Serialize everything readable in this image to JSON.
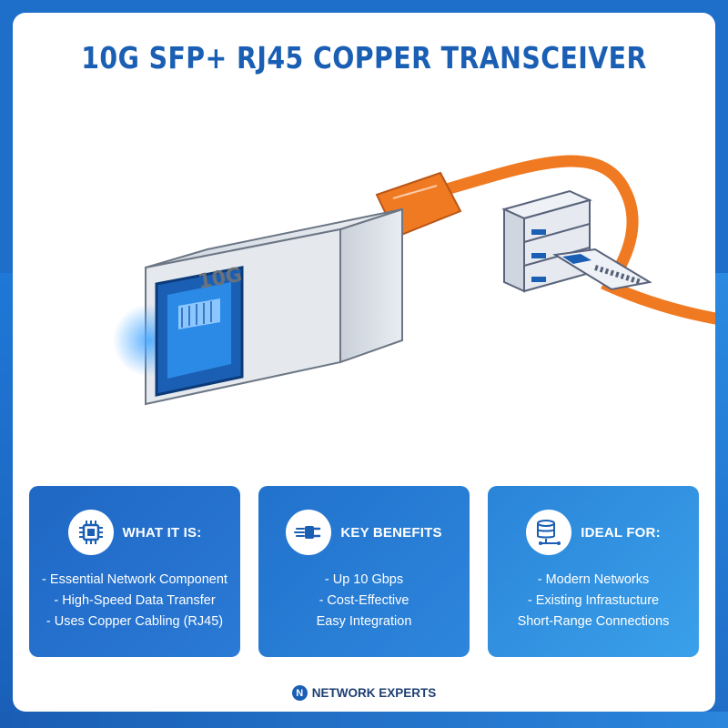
{
  "title": "10G SFP+ RJ45 COPPER TRANSCEIVER",
  "module_label": "10G",
  "cards": [
    {
      "icon": "chip-icon",
      "title": "WHAT IT IS:",
      "lines": [
        "- Essential Network Component",
        "- High-Speed Data Transfer",
        "- Uses Copper Cabling (RJ45)"
      ]
    },
    {
      "icon": "plug-icon",
      "title": "KEY BENEFITS",
      "lines": [
        "- Up 10 Gbps",
        "- Cost-Effective",
        "Easy Integration"
      ]
    },
    {
      "icon": "server-stack-icon",
      "title": "IDEAL FOR:",
      "lines": [
        "- Modern Networks",
        "- Existing Infrastucture",
        "Short-Range Connections"
      ]
    }
  ],
  "footer": {
    "brand": "NETWORK EXPERTS",
    "logo_letter": "N"
  },
  "colors": {
    "title_blue": "#1a5fb4",
    "cable_orange": "#f07a22",
    "port_blue": "#2a8ae6",
    "card_blue": "#2374cf"
  }
}
